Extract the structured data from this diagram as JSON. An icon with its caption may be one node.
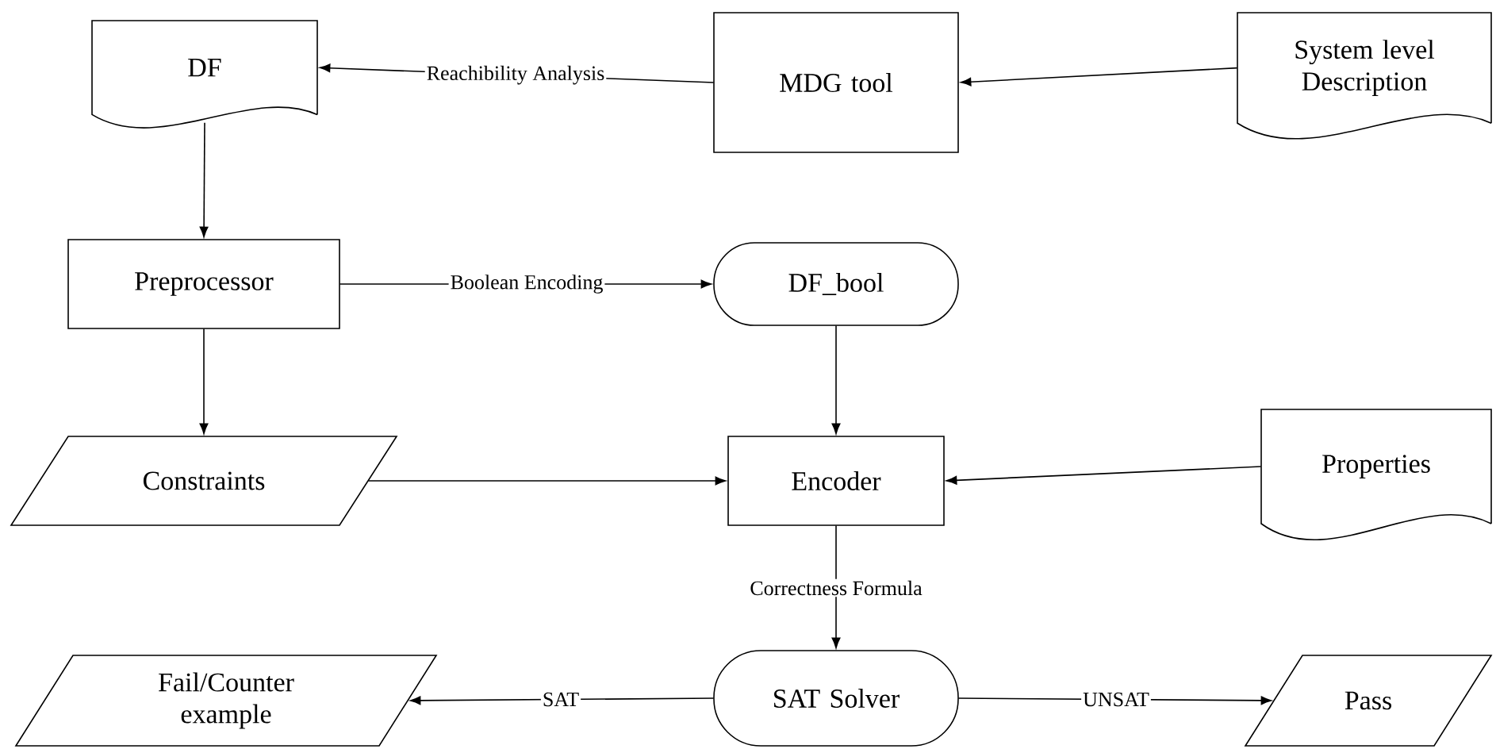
{
  "diagram": {
    "nodes": [
      {
        "text": [
          "DF"
        ]
      },
      {
        "text": [
          "MDG tool"
        ]
      },
      {
        "text": [
          "System level Description"
        ]
      },
      {
        "text": [
          "Preprocessor"
        ]
      },
      {
        "text": [
          "DF_bool"
        ]
      },
      {
        "text": [
          "Constraints"
        ]
      },
      {
        "text": [
          "Encoder"
        ]
      },
      {
        "text": [
          "Properties"
        ]
      },
      {
        "text": [
          "Fail/Counter example"
        ]
      },
      {
        "text": [
          "SAT Solver"
        ]
      },
      {
        "text": [
          "Pass"
        ]
      }
    ],
    "edges": [
      {
        "from": 1,
        "to": 0,
        "arrow": "to",
        "label": "Reachibility Analysis"
      },
      {
        "from": 2,
        "to": 1,
        "arrow": "to"
      },
      {
        "from": 0,
        "to": 3,
        "arrow": "to"
      },
      {
        "from": 3,
        "to": 4,
        "arrow": "to",
        "label": "Boolean Encoding"
      },
      {
        "from": 3,
        "to": 5,
        "arrow": "to"
      },
      {
        "from": 4,
        "to": 6,
        "arrow": "to"
      },
      {
        "from": 5,
        "to": 6,
        "arrow": "to"
      },
      {
        "from": 7,
        "to": 6,
        "arrow": "to"
      },
      {
        "from": 6,
        "to": 9,
        "arrow": "to",
        "label": "Correctness Formula"
      },
      {
        "from": 9,
        "to": 8,
        "arrow": "to",
        "label": "SAT"
      },
      {
        "from": 9,
        "to": 10,
        "arrow": "to",
        "label": "UNSAT"
      }
    ]
  }
}
